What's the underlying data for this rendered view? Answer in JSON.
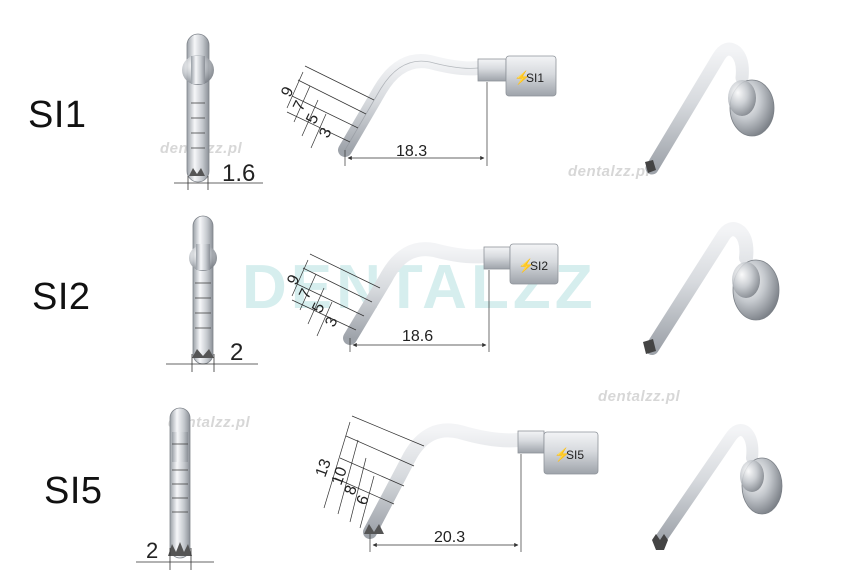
{
  "watermarks": {
    "small_text": "dentalzz.pl",
    "big_text": "DENTALZZ"
  },
  "tips": [
    {
      "model": "SI1",
      "side_width": "1.6",
      "length": "18.3",
      "marks": [
        "9",
        "7",
        "5",
        "3"
      ],
      "hub_label": "SI1"
    },
    {
      "model": "SI2",
      "side_width": "2",
      "length": "18.6",
      "marks": [
        "9",
        "7",
        "5",
        "3"
      ],
      "hub_label": "SI2"
    },
    {
      "model": "SI5",
      "side_width": "2",
      "length": "20.3",
      "marks": [
        "13",
        "10",
        "8",
        "6"
      ],
      "hub_label": "SI5"
    }
  ],
  "colors": {
    "metal_light": "#f4f5f7",
    "metal_mid": "#c9ccd1",
    "metal_dark": "#8e939a",
    "dimension_line": "#333333"
  }
}
